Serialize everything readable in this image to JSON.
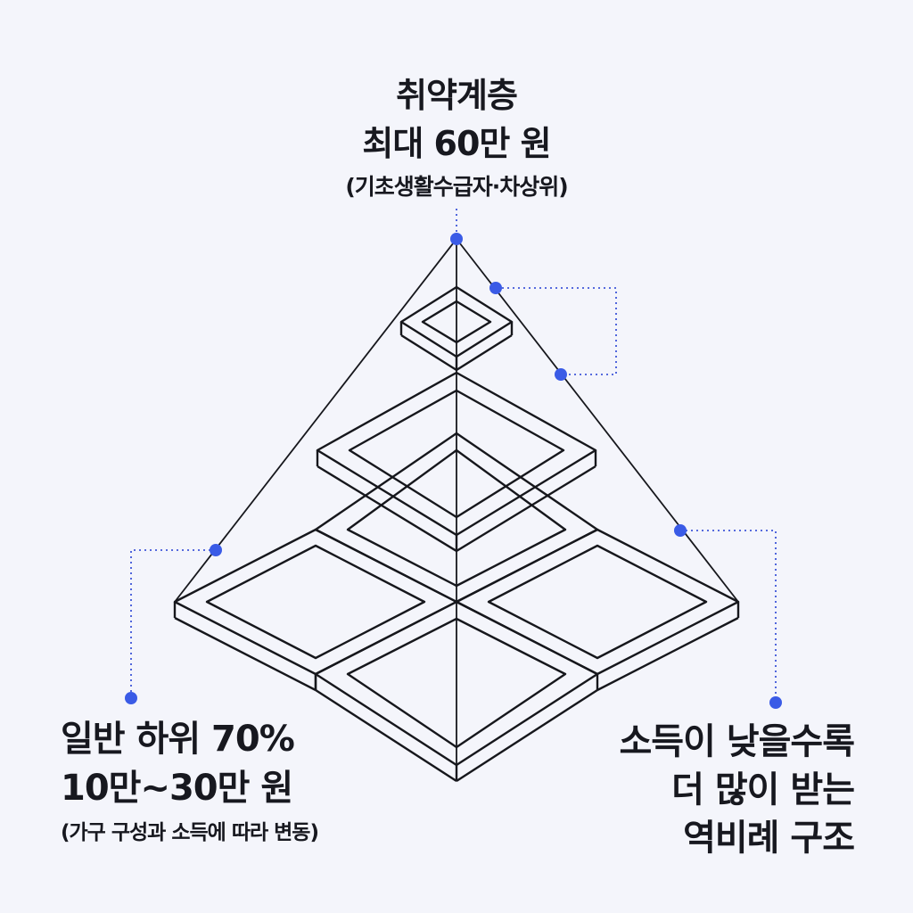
{
  "top": {
    "line1": "취약계층",
    "line2": "최대 60만 원",
    "sub": "(기초생활수급자·차상위)"
  },
  "left": {
    "line1": "일반 하위 70%",
    "line2": "10만~30만 원",
    "sub": "(가구 구성과 소득에 따라 변동)"
  },
  "right": {
    "line1": "소득이 낮을수록",
    "line2": "더 많이 받는",
    "line3": "역비례 구조"
  },
  "colors": {
    "background": "#f4f5fb",
    "ink": "#16171c",
    "accent": "#3a5be6"
  }
}
